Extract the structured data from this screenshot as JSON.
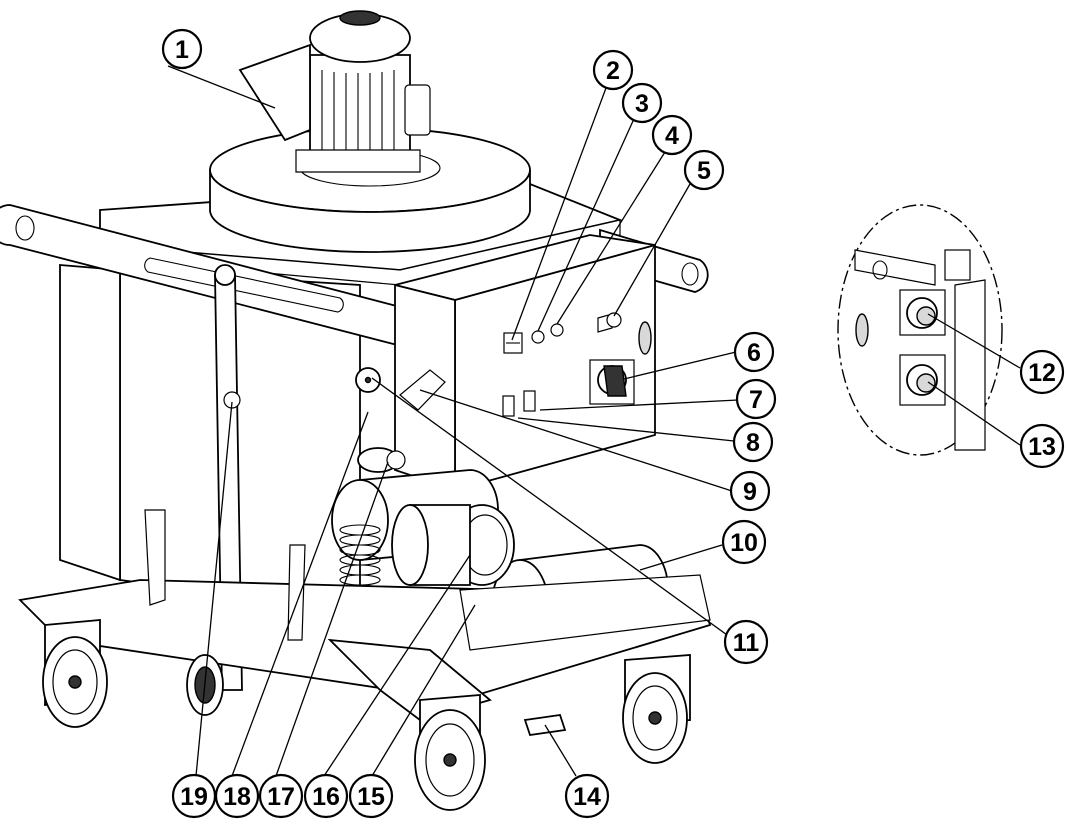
{
  "callouts": [
    {
      "id": "1",
      "label": "1"
    },
    {
      "id": "2",
      "label": "2"
    },
    {
      "id": "3",
      "label": "3"
    },
    {
      "id": "4",
      "label": "4"
    },
    {
      "id": "5",
      "label": "5"
    },
    {
      "id": "6",
      "label": "6"
    },
    {
      "id": "7",
      "label": "7"
    },
    {
      "id": "8",
      "label": "8"
    },
    {
      "id": "9",
      "label": "9"
    },
    {
      "id": "10",
      "label": "10"
    },
    {
      "id": "11",
      "label": "11"
    },
    {
      "id": "12",
      "label": "12"
    },
    {
      "id": "13",
      "label": "13"
    },
    {
      "id": "14",
      "label": "14"
    },
    {
      "id": "15",
      "label": "15"
    },
    {
      "id": "16",
      "label": "16"
    },
    {
      "id": "17",
      "label": "17"
    },
    {
      "id": "18",
      "label": "18"
    },
    {
      "id": "19",
      "label": "19"
    }
  ],
  "colors": {
    "line": "#000000",
    "background": "#ffffff",
    "shade": "#d9d9d9"
  }
}
